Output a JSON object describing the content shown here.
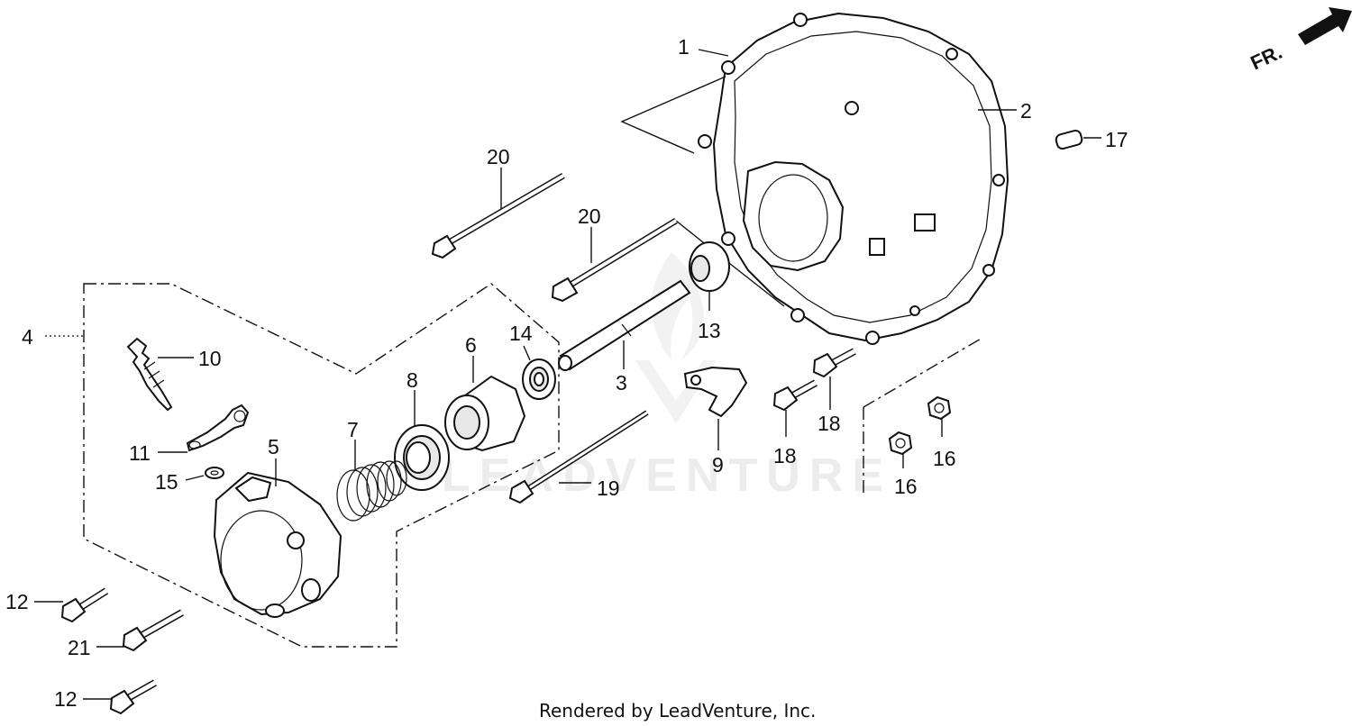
{
  "watermark": "LEADVENTURE",
  "direction_label": "FR.",
  "footer": "Rendered by LeadVenture, Inc.",
  "callouts": {
    "c1": "1",
    "c2": "2",
    "c3": "3",
    "c4": "4",
    "c5": "5",
    "c6": "6",
    "c7": "7",
    "c8": "8",
    "c9": "9",
    "c10": "10",
    "c11": "11",
    "c12a": "12",
    "c12b": "12",
    "c13": "13",
    "c14": "14",
    "c15": "15",
    "c16a": "16",
    "c16b": "16",
    "c17": "17",
    "c18a": "18",
    "c18b": "18",
    "c19": "19",
    "c20a": "20",
    "c20b": "20",
    "c21": "21"
  }
}
